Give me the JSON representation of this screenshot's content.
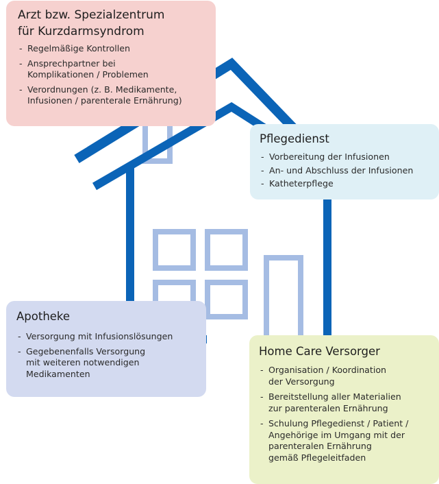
{
  "colors": {
    "house_outline": "#0b64b7",
    "house_light": "#a5bce3",
    "arzt_bg": "#f6d1cf",
    "pflegedienst_bg": "#dff0f6",
    "apotheke_bg": "#d3daf0",
    "homecare_bg": "#ebf1c9"
  },
  "icons": {
    "house": "house-icon"
  },
  "boxes": {
    "arzt": {
      "title_line1": "Arzt bzw. Spezialzentrum",
      "title_line2": "für Kurzdarmsyndrom",
      "items": [
        "Regelmäßige Kontrollen",
        [
          "Ansprechpartner bei",
          "Komplikationen / Problemen"
        ],
        [
          "Verordnungen (z. B. Medikamente,",
          "Infusionen / parenterale Ernährung)"
        ]
      ]
    },
    "pflegedienst": {
      "title": "Pflegedienst",
      "items": [
        "Vorbereitung der Infusionen",
        "An- und Abschluss der Infusionen",
        "Katheterpflege"
      ]
    },
    "apotheke": {
      "title": "Apotheke",
      "items": [
        "Versorgung mit Infusionslösungen",
        [
          "Gegebenenfalls Versorgung",
          "mit weiteren notwendigen",
          "Medikamenten"
        ]
      ]
    },
    "homecare": {
      "title": "Home Care Versorger",
      "items": [
        [
          "Organisation / Koordination",
          "der Versorgung"
        ],
        [
          "Bereitstellung aller Materialien",
          "zur parenteralen Ernährung"
        ],
        [
          "Schulung Pflegedienst / Patient /",
          "Angehörige im Umgang mit der",
          "parenteralen Ernährung",
          "gemäß Pflegeleitfaden"
        ]
      ]
    }
  }
}
